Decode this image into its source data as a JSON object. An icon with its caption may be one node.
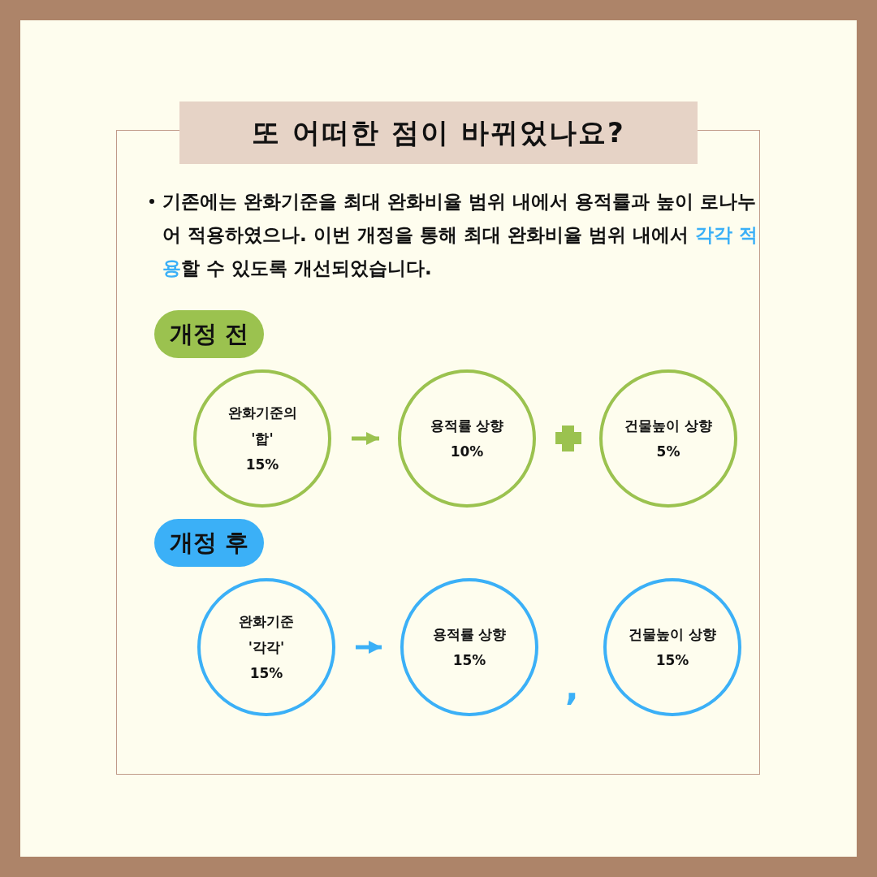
{
  "diagram": {
    "title": "또 어떠한 점이 바뀌었나요?",
    "nodes": [
      {
        "text": [
          "개정 전"
        ]
      },
      {
        "text": [
          "완화기준의",
          "'합'",
          "15%"
        ]
      },
      {
        "text": [
          "용적률 상향",
          "10%"
        ]
      },
      {
        "text": [
          "건물높이 상향",
          "5%"
        ]
      },
      {
        "text": [
          "개정 후"
        ]
      },
      {
        "text": [
          "완화기준",
          "'각각'",
          "15%"
        ]
      },
      {
        "text": [
          "용적률 상향",
          "15%"
        ]
      },
      {
        "text": [
          "건물높이 상향",
          "15%"
        ]
      }
    ],
    "edges": [
      {
        "from": 1,
        "to": 2,
        "arrow": "to",
        "color": "#9bc24f"
      },
      {
        "from": 5,
        "to": 6,
        "arrow": "to",
        "color": "#3bb0f7"
      }
    ],
    "labels": [
      "기존에는 완화기준을 최대 완화비율 범위 내에서 용적률과 높이 로나누어 적용하였으나. 이번 개정을 통해 최대 완화비율 범위 내에서",
      "각각 적용",
      "할 수 있도록 개선되었습니다.",
      ","
    ]
  }
}
